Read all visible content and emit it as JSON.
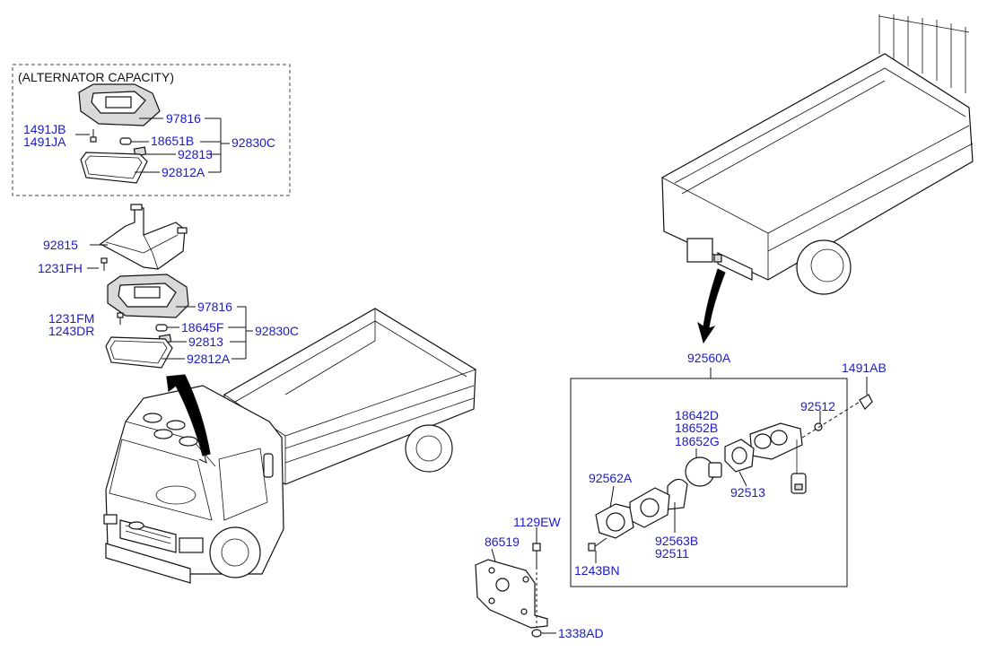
{
  "title": "(ALTERNATOR CAPACITY)",
  "labels": {
    "top_97816": "97816",
    "top_1491JB": "1491JB",
    "top_1491JA": "1491JA",
    "top_18651B": "18651B",
    "top_92830C": "92830C",
    "top_92813": "92813",
    "top_92812A": "92812A",
    "mid_92815": "92815",
    "mid_1231FH": "1231FH",
    "mid_97816": "97816",
    "mid_1231FM": "1231FM",
    "mid_1243DR": "1243DR",
    "mid_18645F": "18645F",
    "mid_92830C": "92830C",
    "mid_92813": "92813",
    "mid_92812A": "92812A",
    "r_92560A": "92560A",
    "r_1491AB": "1491AB",
    "r_92512": "92512",
    "r_18642D": "18642D",
    "r_18652B": "18652B",
    "r_18652G": "18652G",
    "r_92562A": "92562A",
    "r_92513": "92513",
    "r_92563B": "92563B",
    "r_92511": "92511",
    "r_1243BN": "1243BN",
    "b_1129EW": "1129EW",
    "b_86519": "86519",
    "b_1338AD": "1338AD"
  },
  "colors": {
    "label": "#1a1acc",
    "line": "#111111"
  }
}
